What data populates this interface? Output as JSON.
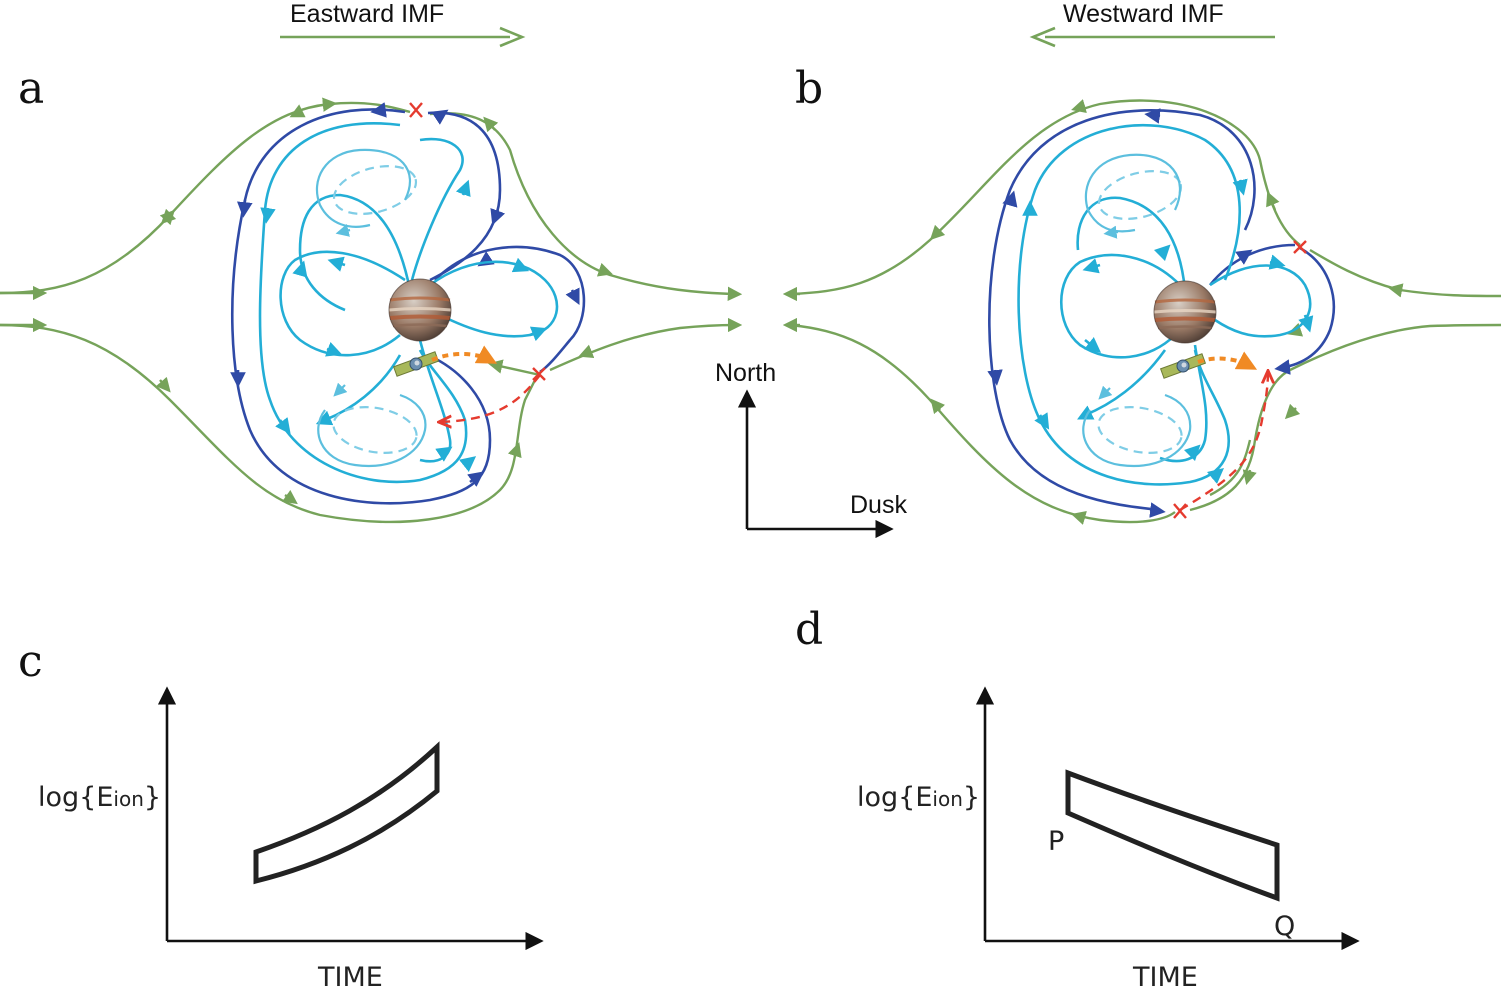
{
  "panels": {
    "a": {
      "letter": "a",
      "imf_label": "Eastward IMF"
    },
    "b": {
      "letter": "b",
      "imf_label": "Westward IMF"
    },
    "c": {
      "letter": "c",
      "ylabel": "log{Eion}",
      "xlabel": "TIME"
    },
    "d": {
      "letter": "d",
      "ylabel": "log{Eion}",
      "xlabel": "TIME",
      "point_p": "P",
      "point_q": "Q"
    }
  },
  "compass": {
    "north": "North",
    "dusk": "Dusk"
  },
  "colors": {
    "imf_field": "#76a35a",
    "open_field": "#2f4aa6",
    "closed_field": "#23aed6",
    "reconnection_x": "#e53b2f",
    "spacecraft_path": "#f08a24"
  },
  "icons": [
    "jupiter-icon",
    "spacecraft-icon",
    "reconnection-x-icon"
  ]
}
